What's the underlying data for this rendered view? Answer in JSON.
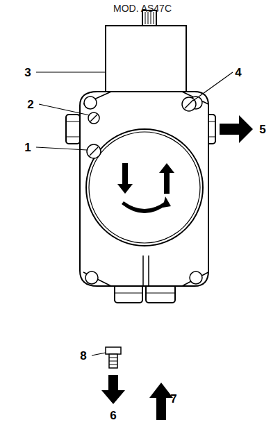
{
  "diagram": {
    "title": "MOD. AS47C",
    "labels": [
      "1",
      "2",
      "3",
      "4",
      "5",
      "6",
      "7",
      "8"
    ]
  }
}
